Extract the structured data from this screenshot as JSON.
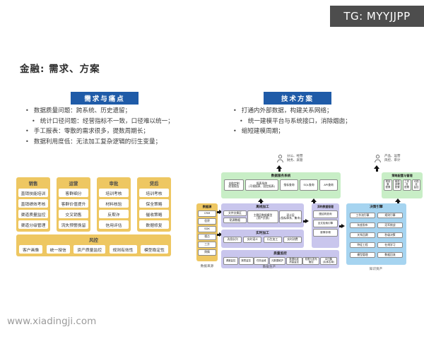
{
  "tg_badge": "TG: MYYJJPP",
  "title": "金融: 需求、方案",
  "watermark": "www.xiadingji.com",
  "colors": {
    "accent_blue": "#1f5ba8",
    "yellow": "#eec762",
    "green": "#c8eec6",
    "purple": "#c9c6ed",
    "sky": "#a6d4f0",
    "badge_gray": "#4d4d4d"
  },
  "left_panel": {
    "badge": "需求与痛点",
    "bullets": [
      "数据质量问题：跨系统、历史遗留；",
      "统计口径问题：经营指标不一致，口径难以统一；",
      "手工报表：零散的需求很多，提数周期长；",
      "数据利用度低：无法加工复杂逻辑的衍生变量；"
    ],
    "board": {
      "columns": [
        {
          "header": "销售",
          "items": [
            "直销技能培训",
            "直销绩效考核",
            "渠道质量监控",
            "渠道分级管理"
          ]
        },
        {
          "header": "运营",
          "items": [
            "客群细分",
            "客群价值提升",
            "交叉销售",
            "流失预警挽留"
          ]
        },
        {
          "header": "审批",
          "items": [
            "培训考核",
            "材料核验",
            "反欺诈",
            "信用评估"
          ]
        },
        {
          "header": "贷后",
          "items": [
            "培训考核",
            "保全策略",
            "催收策略",
            "数据修复"
          ]
        }
      ],
      "risk": {
        "header": "风控",
        "items": [
          "客户画像",
          "统一授信",
          "资产质量监控",
          "规则有效性",
          "模型稳定性"
        ]
      }
    }
  },
  "right_panel": {
    "badge": "技术方案",
    "bullets": [
      "打通内外部数据，构建关系网络；",
      "统一建模平台与系统接口，消除烟囱；",
      "缩短建模周期；"
    ],
    "arch": {
      "user_left": "分公、经营\n财务、高管",
      "user_right": "产品、运营\n风控、审计",
      "data_service": {
        "header": "数据服务系统",
        "items": [
          "自助定制\n经营报告",
          "报表系统\n(可视报表、固定报表)",
          "指标查询",
          "SQL查询",
          "API查询"
        ]
      },
      "strategy": {
        "header": "策略配置与管理",
        "items": [
          "规则集\n配置",
          "模型部署\n配置",
          "工作流\n配置",
          "可视化\n监控"
        ]
      },
      "source": {
        "header": "数据源",
        "items": [
          "CRM",
          "信贷",
          "SDK",
          "埋点",
          "三方",
          "舆情"
        ]
      },
      "offline": {
        "header": "离线加工",
        "items": [
          "文件交换区",
          "贴源数据",
          "主题层数据模型\n(资产负债)",
          "语义层\n(指标体系、集市)"
        ]
      },
      "realtime": {
        "header": "实时加工",
        "items": [
          "消息队列",
          "实时语义",
          "衍生加工",
          "实时消费"
        ]
      },
      "quality": {
        "header": "质量监控",
        "items": [
          "调度监控",
          "报表监控",
          "任务运维",
          "元数据维护",
          "数据标准\n质量监控",
          "权限与发布\n管控",
          "ID归集\n(实体名单)"
        ]
      },
      "hetero": {
        "header": "异构数据管理",
        "items": [
          "图结构查询",
          "全文检索引擎",
          "影像存储"
        ]
      },
      "decision": {
        "header": "决策引擎",
        "col1": [
          "工作流引擎",
          "灰度发布",
          "关系回溯",
          "特征工程",
          "模型管理"
        ],
        "col2": [
          "规则引擎",
          "冠军挑战",
          "秒级决策",
          "在线学习",
          "数据回流"
        ]
      },
      "labels": {
        "source": "数据来源",
        "production": "数据生产",
        "assets": "知识资产"
      }
    }
  }
}
